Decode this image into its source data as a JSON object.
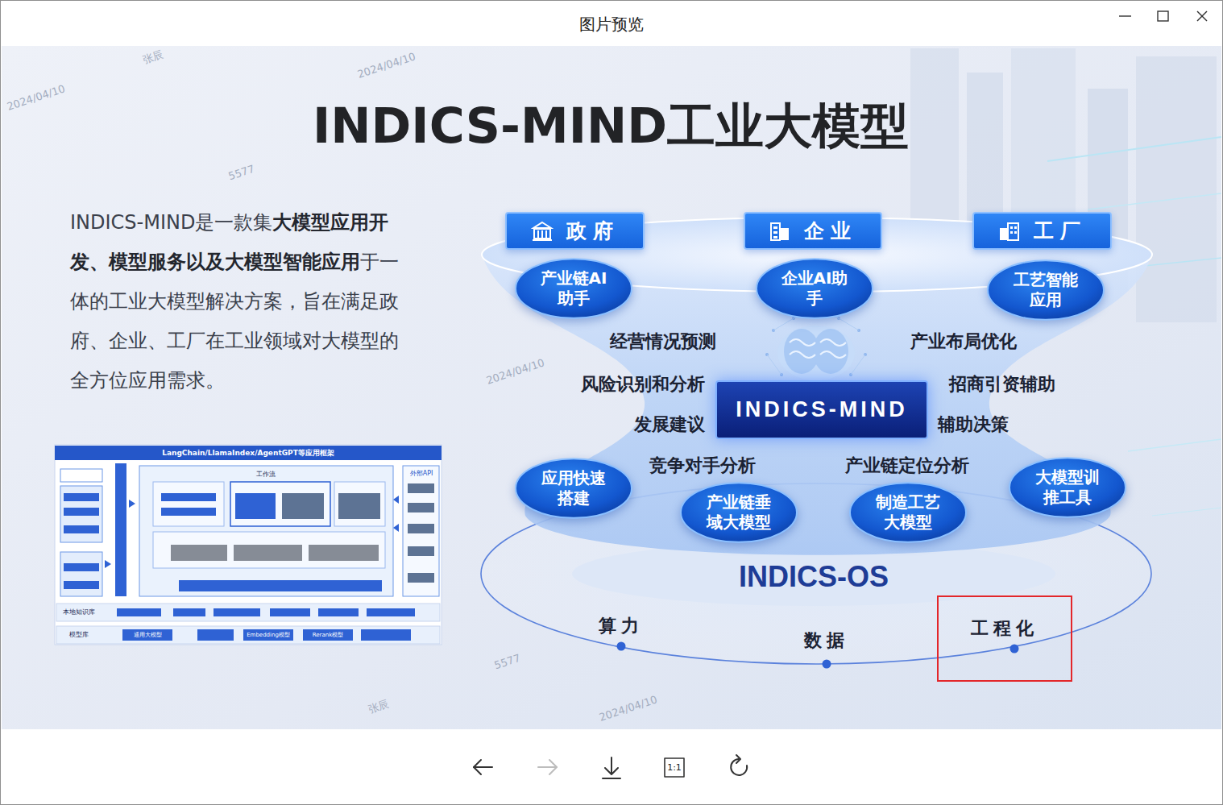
{
  "diagram": {
    "title": "INDICS-MIND工业大模型",
    "nodes": [
      {
        "text": [
          "政府"
        ]
      },
      {
        "text": [
          "企业"
        ]
      },
      {
        "text": [
          "工厂"
        ]
      },
      {
        "text": [
          "产业链AI助手"
        ]
      },
      {
        "text": [
          "企业AI助手"
        ]
      },
      {
        "text": [
          "工艺智能应用"
        ]
      },
      {
        "text": [
          "INDICS-MIND"
        ]
      },
      {
        "text": [
          "应用快速搭建"
        ]
      },
      {
        "text": [
          "产业链垂域大模型"
        ]
      },
      {
        "text": [
          "制造工艺大模型"
        ]
      },
      {
        "text": [
          "大模型训推工具"
        ]
      },
      {
        "text": [
          "工程化"
        ]
      }
    ],
    "labels": [
      "图片预览",
      "INDICS-MIND是一款集",
      "大模型应用开发、模型服务以及大模型智能应用",
      "于一体的工业大模型解决方案，旨在满足政府、企业、工厂在工业领域对大模型的全方位应用需求。",
      "经营情况预测",
      "产业布局优化",
      "风险识别和分析",
      "招商引资辅助",
      "发展建议",
      "辅助决策",
      "竞争对手分析",
      "产业链定位分析",
      "INDICS-OS",
      "算力",
      "数据",
      "LangChain/LlamaIndex/AgentGPT等应用框架",
      "工作流",
      "外部API",
      "本地知识库",
      "模型库",
      "通用大模型",
      "Embedding模型",
      "Rerank模型",
      "1:1",
      "张辰",
      "2024/04/10",
      "5577",
      "2024/04/10",
      "2024/04/10",
      "5577",
      "张辰",
      "2024/04/10"
    ]
  }
}
